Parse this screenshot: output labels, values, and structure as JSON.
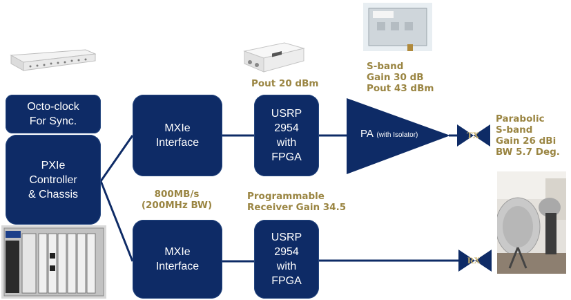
{
  "blocks": {
    "octoclock": "Octo-clock\nFor Sync.",
    "pxie": "PXIe\nController\n& Chassis",
    "mxie_tx": "MXIe\nInterface",
    "mxie_rx": "MXIe\nInterface",
    "usrp_tx": "USRP\n2954\nwith\nFPGA",
    "usrp_rx": "USRP\n2954\nwith\nFPGA"
  },
  "pa": {
    "label": "PA",
    "sublabel": "(with Isolator)"
  },
  "antennas": {
    "tx": "TX",
    "rx": "RX"
  },
  "annotations": {
    "pout": "Pout 20 dBm",
    "sband_pa": "S-band\nGain 30 dB\nPout 43 dBm",
    "parabolic": "Parabolic\nS-band\nGain 26 dBi\nBW 5.7 Deg.",
    "bandwidth": "800MB/s\n(200MHz BW)",
    "receiver_gain": "Programmable\nReceiver Gain 34.5"
  },
  "colors": {
    "block": "#0e2b66",
    "line": "#0e2b66",
    "annotation": "#9a8542"
  },
  "photos": [
    "octoclock-device-photo",
    "usrp-device-photo",
    "power-amplifier-photo",
    "pxie-chassis-photo",
    "parabolic-antenna-photo"
  ]
}
